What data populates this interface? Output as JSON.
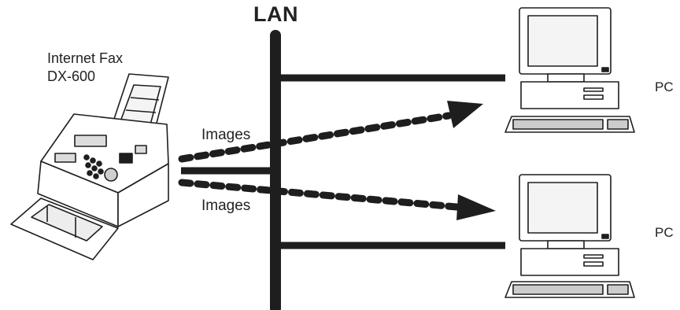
{
  "network": {
    "label": "LAN"
  },
  "fax": {
    "name": "Internet Fax",
    "model": "DX-600"
  },
  "transfers": [
    {
      "label": "Images"
    },
    {
      "label": "Images"
    }
  ],
  "computers": [
    {
      "label": "PC"
    },
    {
      "label": "PC"
    }
  ]
}
